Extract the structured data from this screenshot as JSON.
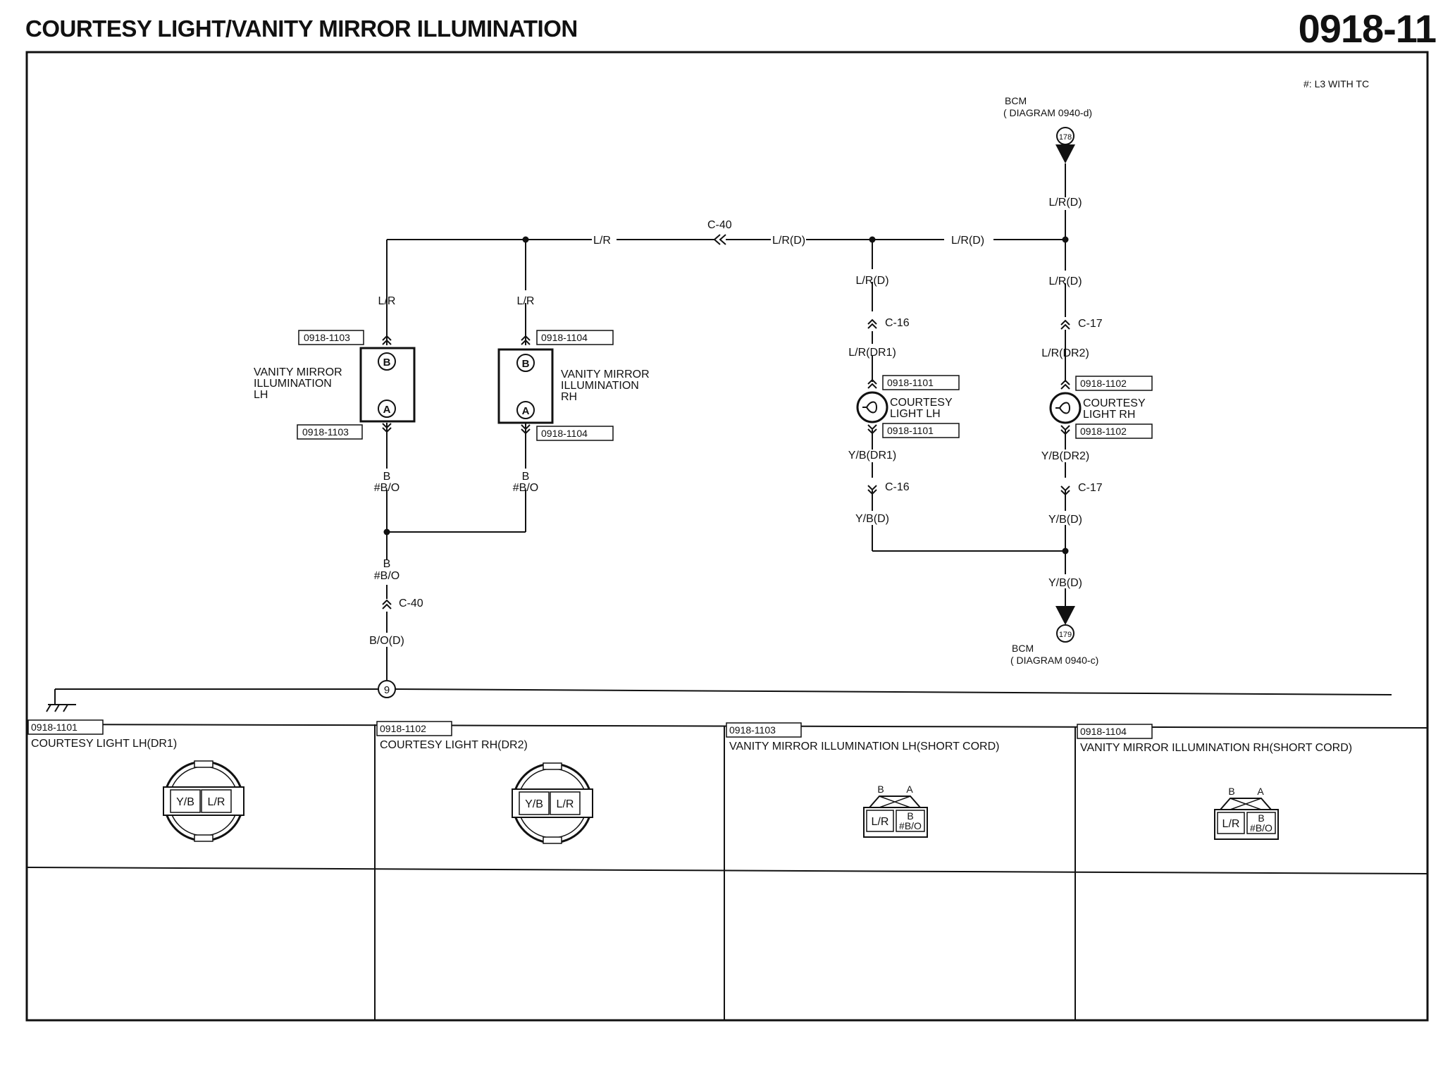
{
  "header": {
    "title": "COURTESY LIGHT/VANITY MIRROR ILLUMINATION",
    "page_number": "0918-11"
  },
  "note": "#: L3 WITH TC",
  "bcm_top": {
    "label": "BCM",
    "ref": "( DIAGRAM 0940-d)",
    "terminal": "178"
  },
  "bcm_bottom": {
    "label": "BCM",
    "ref": "( DIAGRAM 0940-c)",
    "terminal": "179"
  },
  "wires": {
    "lr": "L/R",
    "lr_d": "L/R(D)",
    "lr_dr1": "L/R(DR1)",
    "lr_dr2": "L/R(DR2)",
    "yb_dr1": "Y/B(DR1)",
    "yb_dr2": "Y/B(DR2)",
    "yb_d": "Y/B(D)",
    "b": "B",
    "bo_hash": "#B/O",
    "bo_d": "B/O(D)"
  },
  "connectors": {
    "c40": "C-40",
    "c16": "C-16",
    "c17": "C-17"
  },
  "components": {
    "vanity_lh": {
      "name": [
        "VANITY MIRROR",
        "ILLUMINATION",
        "LH"
      ],
      "code": "0918-1103",
      "pin_top": "B",
      "pin_bottom": "A"
    },
    "vanity_rh": {
      "name": [
        "VANITY MIRROR",
        "ILLUMINATION",
        "RH"
      ],
      "code": "0918-1104",
      "pin_top": "B",
      "pin_bottom": "A"
    },
    "courtesy_lh": {
      "name": [
        "COURTESY",
        "LIGHT LH"
      ],
      "code": "0918-1101"
    },
    "courtesy_rh": {
      "name": [
        "COURTESY",
        "LIGHT RH"
      ],
      "code": "0918-1102"
    }
  },
  "ground": {
    "point": "9"
  },
  "connector_views": [
    {
      "code": "0918-1101",
      "title": "COURTESY LIGHT LH(DR1)",
      "pins": [
        "Y/B",
        "L/R"
      ]
    },
    {
      "code": "0918-1102",
      "title": "COURTESY LIGHT RH(DR2)",
      "pins": [
        "Y/B",
        "L/R"
      ]
    },
    {
      "code": "0918-1103",
      "title": "VANITY MIRROR ILLUMINATION LH(SHORT CORD)",
      "pin_letters": [
        "B",
        "A"
      ],
      "pins": [
        "L/R",
        "B",
        "#B/O"
      ]
    },
    {
      "code": "0918-1104",
      "title": "VANITY MIRROR ILLUMINATION RH(SHORT CORD)",
      "pin_letters": [
        "B",
        "A"
      ],
      "pins": [
        "L/R",
        "B",
        "#B/O"
      ]
    }
  ]
}
